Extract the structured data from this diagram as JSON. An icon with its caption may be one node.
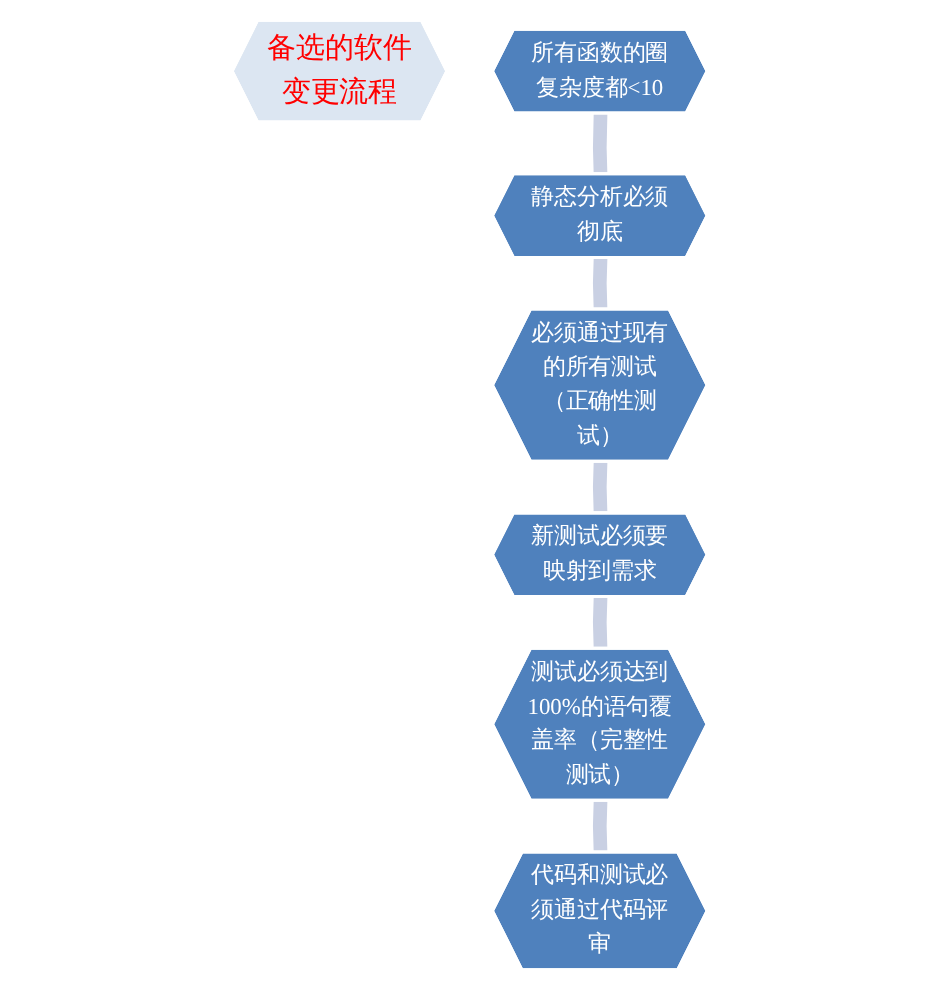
{
  "diagram": {
    "nodes": [
      {
        "text": [
          "备选的软件变更流程"
        ]
      },
      {
        "text": [
          "所有函数的圈复杂度都<10"
        ]
      },
      {
        "text": [
          "静态分析必须彻底"
        ]
      },
      {
        "text": [
          "必须通过现有的所有测试（正确性测试）"
        ]
      },
      {
        "text": [
          "新测试必须要映射到需求"
        ]
      },
      {
        "text": [
          "测试必须达到100%的语句覆盖率（完整性测试）"
        ]
      },
      {
        "text": [
          "代码和测试必须通过代码评审"
        ]
      }
    ],
    "edges": [
      {
        "from": 1,
        "to": 2,
        "arrow": "none"
      },
      {
        "from": 2,
        "to": 3,
        "arrow": "none"
      },
      {
        "from": 3,
        "to": 4,
        "arrow": "none"
      },
      {
        "from": 4,
        "to": 5,
        "arrow": "none"
      },
      {
        "from": 5,
        "to": 6,
        "arrow": "none"
      }
    ]
  }
}
